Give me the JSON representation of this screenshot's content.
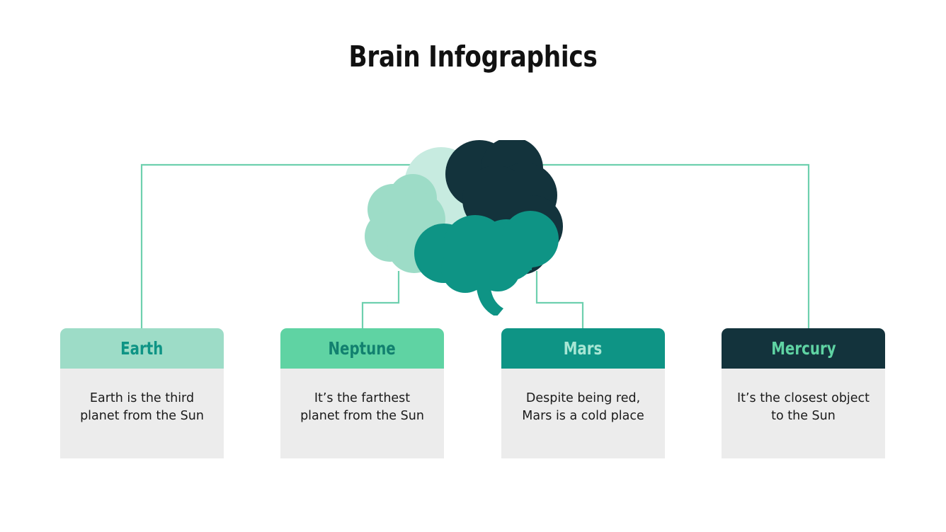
{
  "page_title": "Brain Infographics",
  "background_color": "#ffffff",
  "palette": {
    "connector_line": "#6ED0AE",
    "card_body_bg": "#ececec",
    "body_text": "#1a1a1a",
    "title_text": "#111111",
    "brain_pale_mint": "#C7EBE0",
    "brain_mint": "#9DDCC7",
    "brain_teal": "#0E9485",
    "brain_dark_teal": "#13333C"
  },
  "illustration": {
    "name": "brain-illustration",
    "description": "brain"
  },
  "cards": [
    {
      "id": "earth",
      "title": "Earth",
      "description": "Earth is the third planet from the Sun",
      "header_bg": "#9DDCC7",
      "title_color": "#0E9485"
    },
    {
      "id": "neptune",
      "title": "Neptune",
      "description": "It’s the farthest planet from the Sun",
      "header_bg": "#5FD3A3",
      "title_color": "#12806F"
    },
    {
      "id": "mars",
      "title": "Mars",
      "description": "Despite being red, Mars is a cold place",
      "header_bg": "#0E9485",
      "title_color": "#A7E6D4"
    },
    {
      "id": "mercury",
      "title": "Mercury",
      "description": "It’s the closest object to the Sun",
      "header_bg": "#13333C",
      "title_color": "#5FD3A3"
    }
  ]
}
